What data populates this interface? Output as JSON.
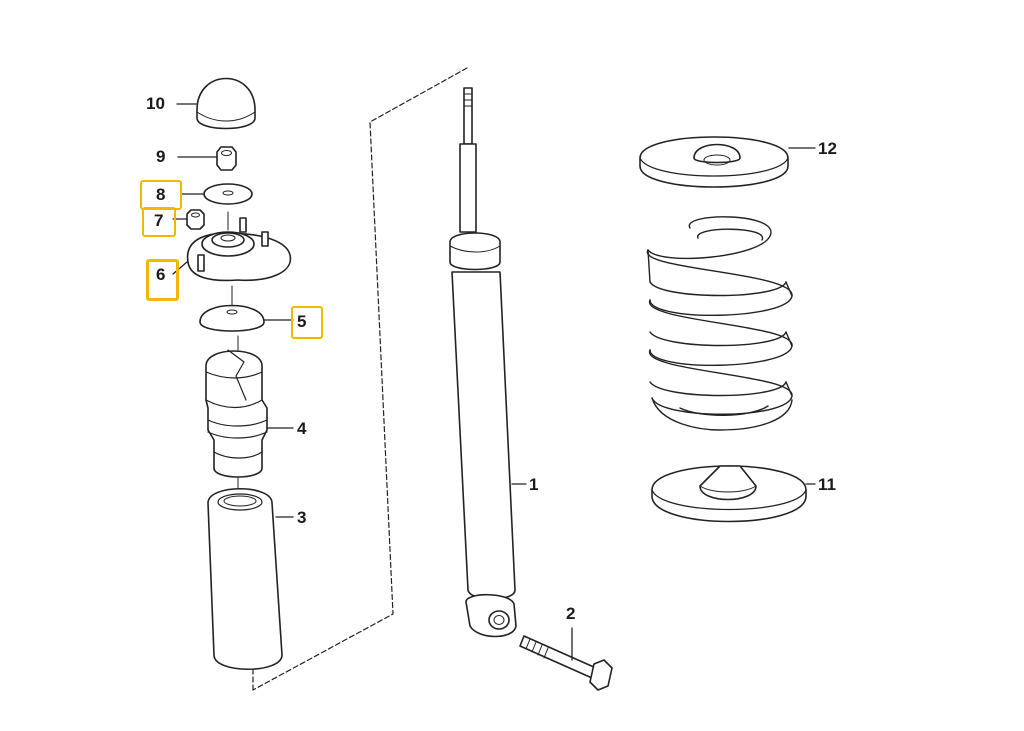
{
  "callouts": {
    "c1": "1",
    "c2": "2",
    "c3": "3",
    "c4": "4",
    "c5": "5",
    "c6": "6",
    "c7": "7",
    "c8": "8",
    "c9": "9",
    "c10": "10",
    "c11": "11",
    "c12": "12"
  },
  "highlight_color": "#f2b800",
  "highlighted_callouts": [
    "5",
    "6",
    "7",
    "8"
  ]
}
